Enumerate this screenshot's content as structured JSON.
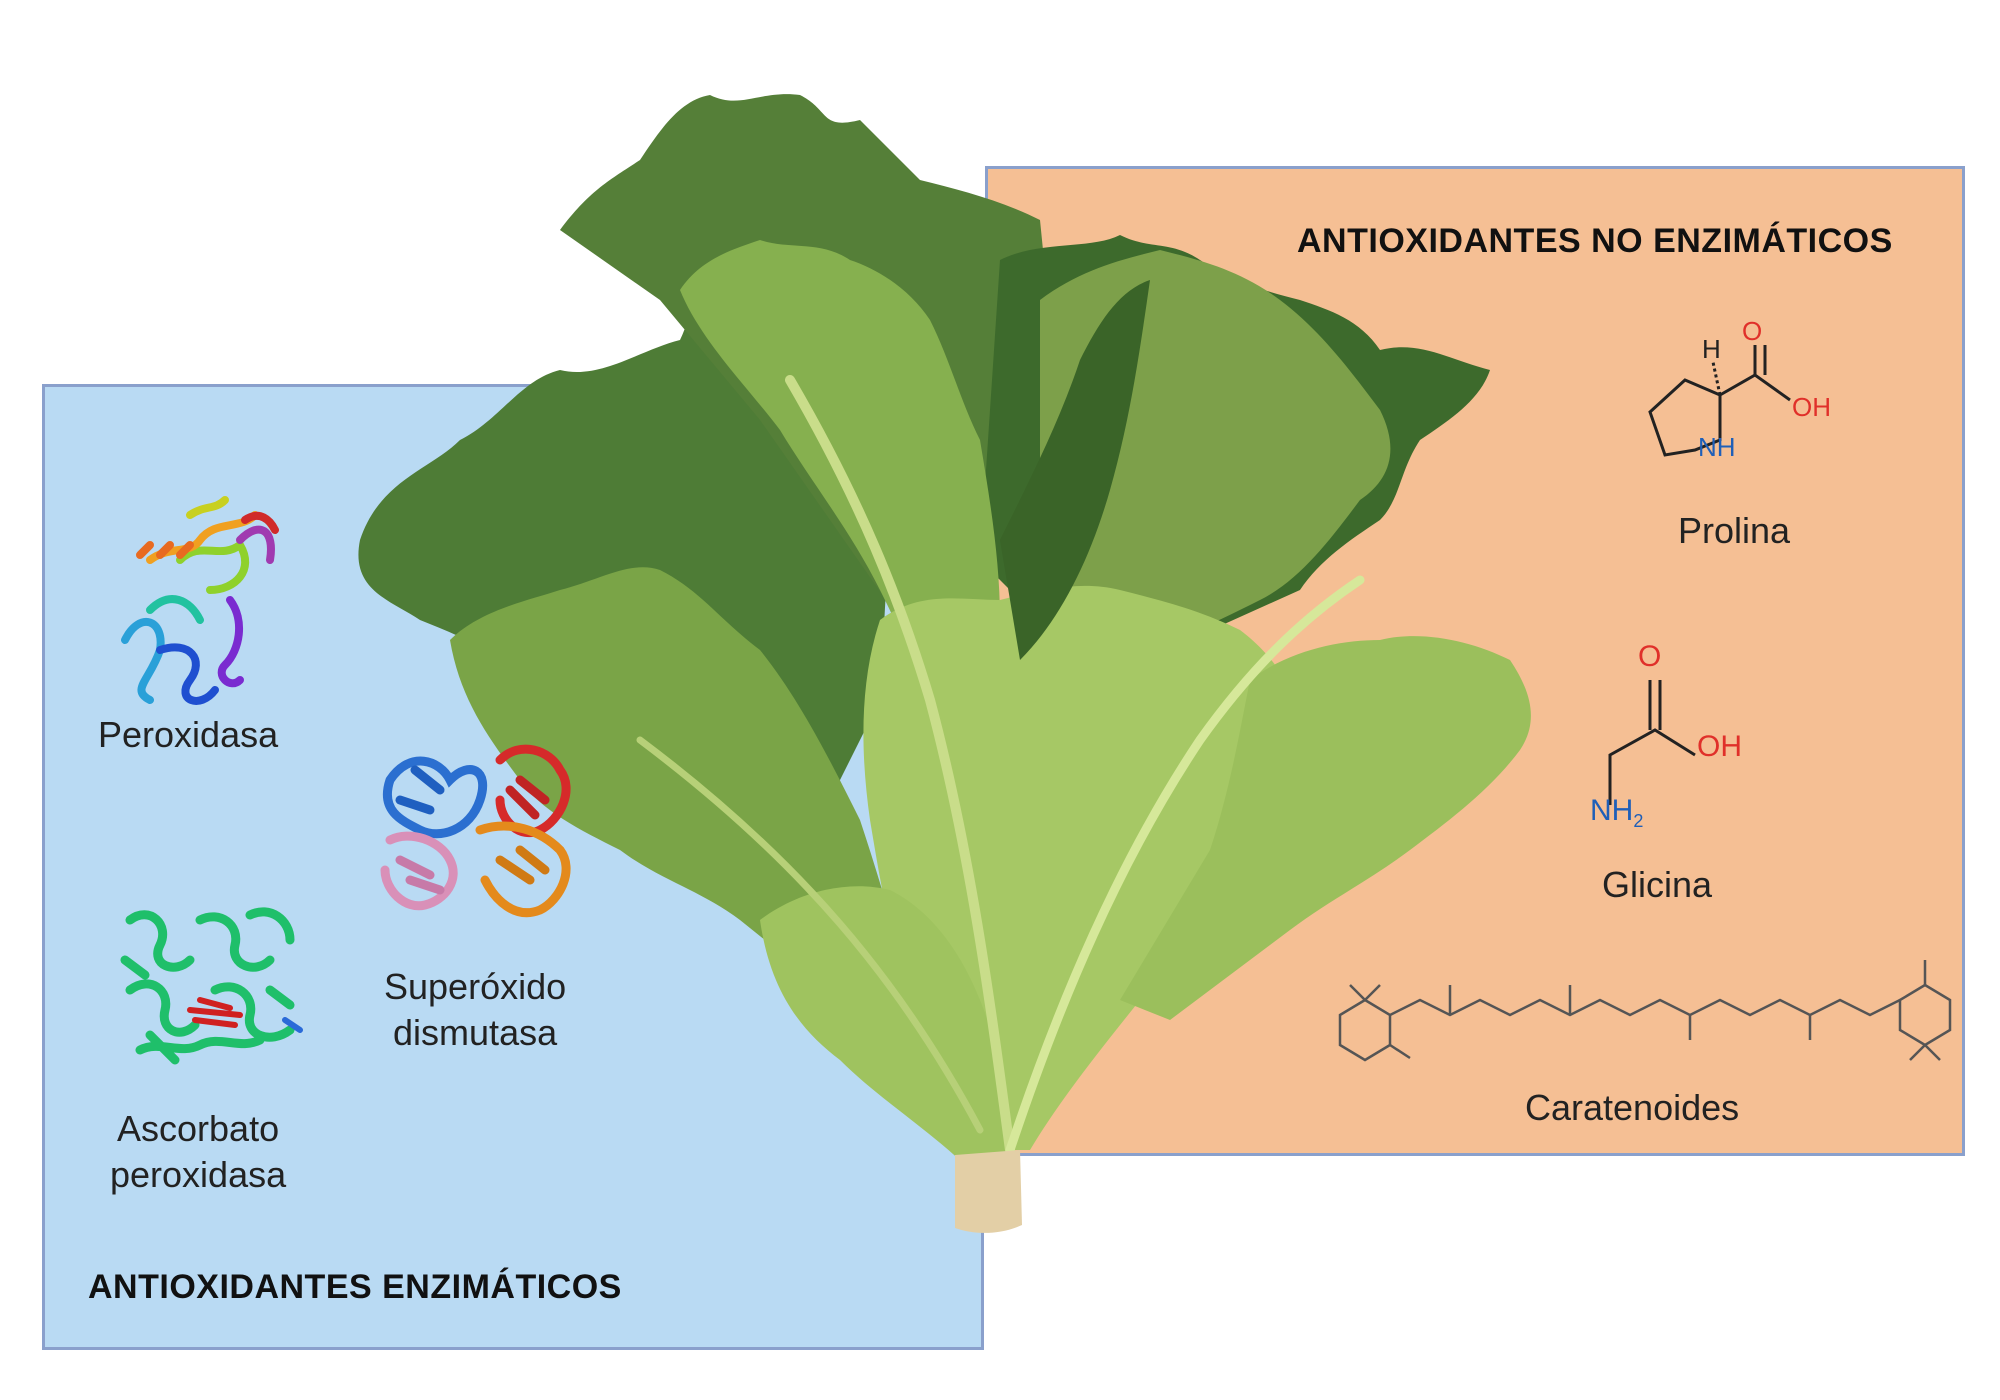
{
  "panels": {
    "enzymatic": {
      "title": "ANTIOXIDANTES  ENZIMÁTICOS",
      "color": "#b9daf3",
      "items": [
        {
          "name": "Peroxidasa",
          "icon": "protein-structure-icon"
        },
        {
          "name_line1": "Superóxido",
          "name_line2": "dismutasa",
          "icon": "protein-structure-icon"
        },
        {
          "name_line1": "Ascorbato",
          "name_line2": "peroxidasa",
          "icon": "protein-structure-icon"
        }
      ]
    },
    "non_enzymatic": {
      "title": "ANTIOXIDANTES NO ENZIMÁTICOS",
      "color": "#f5bf94",
      "items": [
        {
          "name": "Prolina",
          "icon": "molecule-structure-icon"
        },
        {
          "name": "Glicina",
          "icon": "molecule-structure-icon"
        },
        {
          "name": "Caratenoides",
          "icon": "molecule-structure-icon"
        }
      ]
    }
  },
  "chemistry": {
    "prolina": {
      "h": "H",
      "o": "O",
      "oh": "OH",
      "nh": "NH"
    },
    "glicina": {
      "o": "O",
      "oh": "OH",
      "nh": "NH",
      "sub": "2"
    }
  },
  "colors": {
    "leaf_dark": "#3f6f2f",
    "leaf_mid": "#5f8f3e",
    "leaf_light": "#a6c865",
    "oxygen_red": "#e0302a",
    "nitrogen_blue": "#1f5fb8"
  }
}
